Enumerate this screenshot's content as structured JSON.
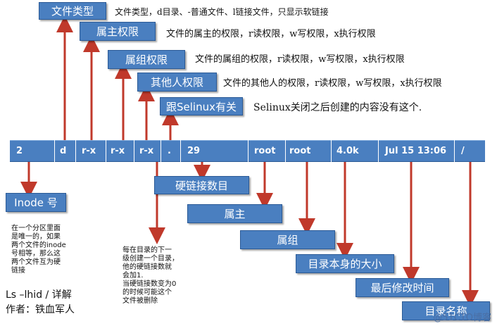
{
  "top_boxes": [
    {
      "label": "文件类型",
      "desc": "文件类型，d目录、-普通文件、l链接文件，只显示软链接"
    },
    {
      "label": "属主权限",
      "desc": "文件的属主的权限，r读权限，w写权限，x执行权限"
    },
    {
      "label": "属组权限",
      "desc": "文件的属组的权限，r读权限，w写权限，x执行权限"
    },
    {
      "label": "其他人权限",
      "desc": "文件的其他人的权限，r读权限，w写权限，x执行权限"
    },
    {
      "label": "跟Selinux有关",
      "desc": "Selinux关闭之后创建的内容没有这个."
    }
  ],
  "fields": [
    "2",
    "d",
    "r-x",
    "r-x",
    "r-x",
    ".",
    "29",
    "root",
    "root",
    "4.0k",
    "Jul 15 13:06",
    "/"
  ],
  "bottom_boxes": {
    "inode": "Inode 号",
    "hardlink": "硬链接数目",
    "owner": "属主",
    "group": "属组",
    "size": "目录本身的大小",
    "mtime": "最后修改时间",
    "name": "目录名称"
  },
  "inode_note": [
    "在一个分区里面",
    "是唯一的，如果",
    "两个文件的inode",
    "号相等，那么这",
    "两个文件互为硬",
    "链接"
  ],
  "hardlink_note": [
    "每在目录的下一",
    "级创建一个目录，",
    "他的硬链接数就",
    "会加1.",
    "当硬链接数变为0",
    "的时候可能这个",
    "文件被删除"
  ],
  "footer": {
    "title": "Ls –lhid / 详解",
    "author": "作者：铁血军人"
  },
  "watermark": "@51CTO博客",
  "colors": {
    "box": "#4a7fc0",
    "arrow": "#c0392b"
  }
}
